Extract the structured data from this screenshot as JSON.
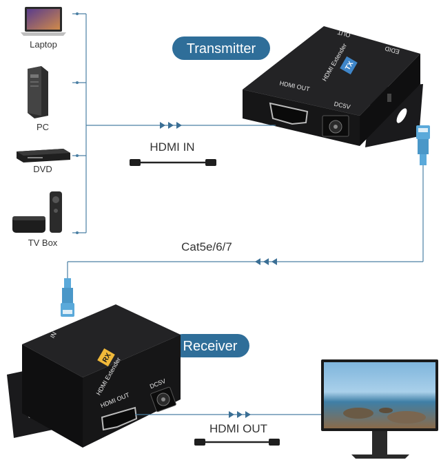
{
  "sources": [
    {
      "label": "Laptop",
      "icon": "laptop-icon"
    },
    {
      "label": "PC",
      "icon": "pc-tower-icon"
    },
    {
      "label": "DVD",
      "icon": "dvd-player-icon"
    },
    {
      "label": "TV Box",
      "icon": "tv-box-icon"
    }
  ],
  "transmitter": {
    "title": "Transmitter",
    "badge": "TX",
    "device_name": "HDMI Extender",
    "port_hdmi": "HDMI OUT",
    "port_power": "DC5V",
    "top_out": "OUT",
    "top_edid": "EDID"
  },
  "receiver": {
    "title": "Receiver",
    "badge": "RX",
    "device_name": "HDMI Extender",
    "port_hdmi": "HDMI OUT",
    "port_power": "DC5V",
    "top_in": "IN"
  },
  "cables": {
    "hdmi_in": "HDMI IN",
    "cat": "Cat5e/6/7",
    "hdmi_out": "HDMI OUT"
  },
  "colors": {
    "pill": "#2f6e99",
    "line": "#4a7fa3",
    "arrow": "#3b6f95",
    "device": "#1c1c1e",
    "tx_badge": "#3f86c9",
    "rx_badge": "#f0b93a",
    "rj45": "#5aa9da"
  }
}
